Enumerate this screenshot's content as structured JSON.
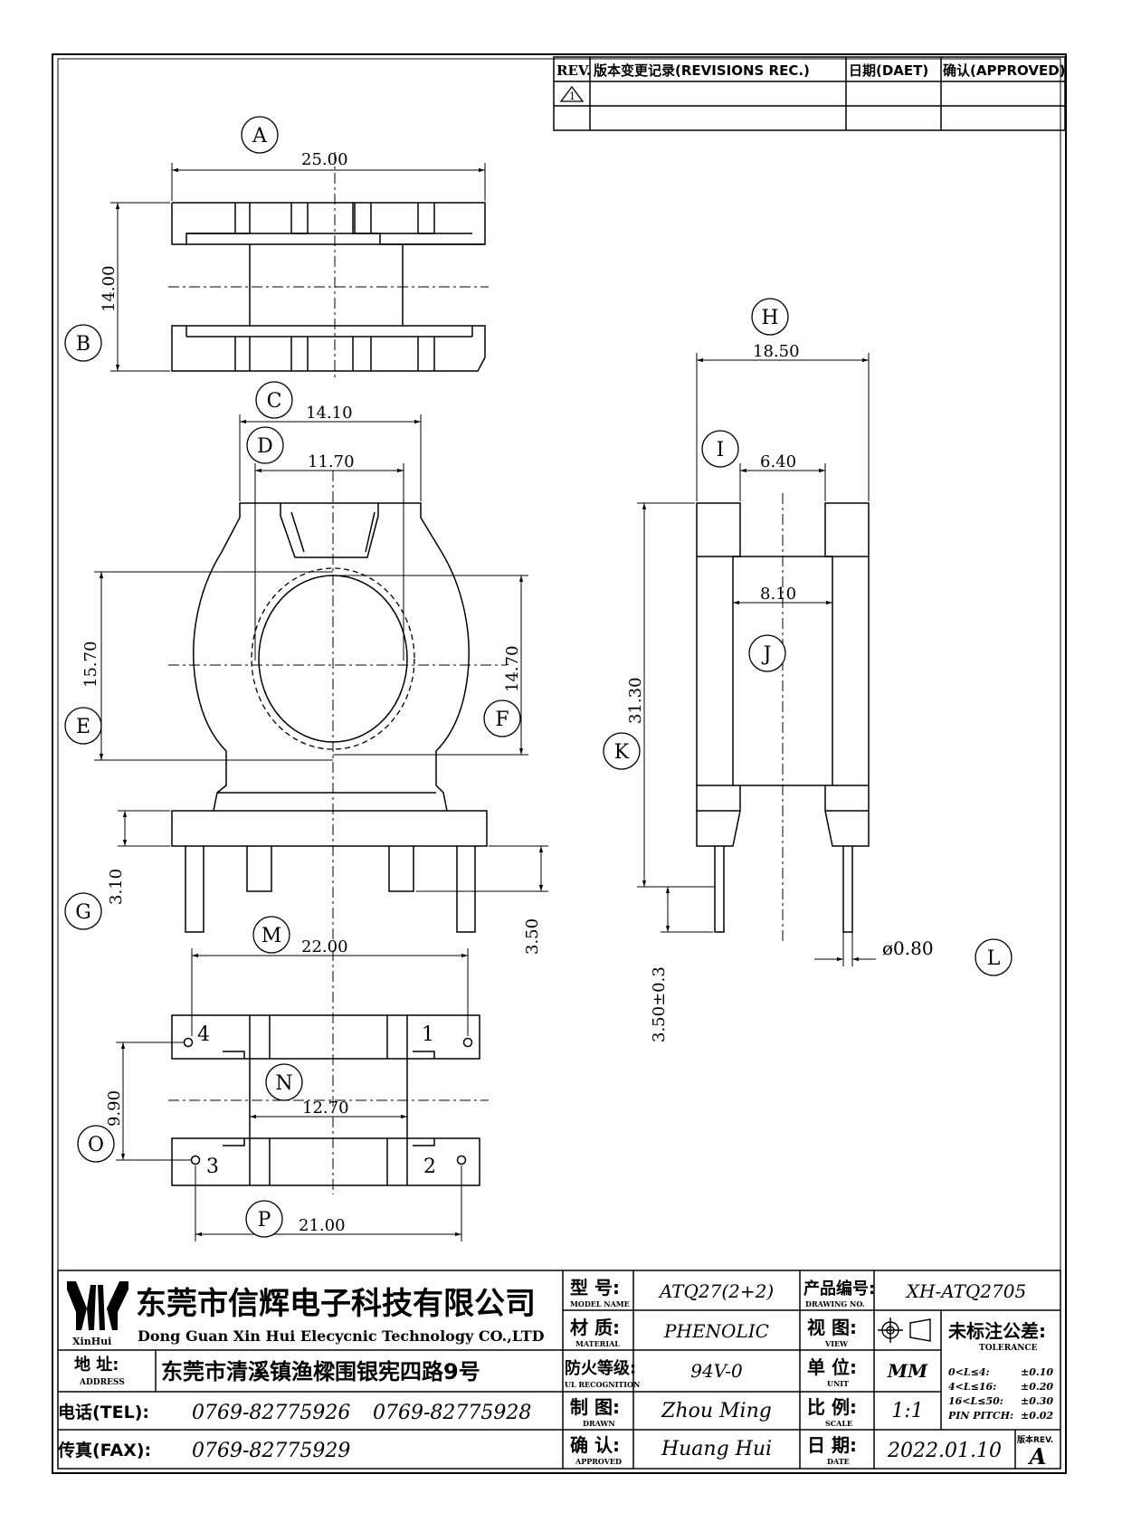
{
  "revision_table": {
    "rev_label": "REV.",
    "revisions_label": "版本变更记录(REVISIONS REC.)",
    "date_label": "日期(DAET)",
    "approved_label": "确认(APPROVED)",
    "rev_mark": "1"
  },
  "callouts": [
    "A",
    "B",
    "C",
    "D",
    "E",
    "F",
    "G",
    "H",
    "I",
    "J",
    "K",
    "L",
    "M",
    "N",
    "O",
    "P"
  ],
  "dimensions": {
    "a": "25.00",
    "b": "14.00",
    "c": "14.10",
    "d": "11.70",
    "e": "15.70",
    "f": "14.70",
    "g": "3.10",
    "g2": "3.50",
    "h": "18.50",
    "i": "6.40",
    "j": "8.10",
    "k": "31.30",
    "k2": "3.50±0.3",
    "l": "ø0.80",
    "m": "22.00",
    "n": "12.70",
    "o": "9.90",
    "p": "21.00"
  },
  "pins": [
    "4",
    "1",
    "3",
    "2"
  ],
  "title_block": {
    "company_cn": "东莞市信辉电子科技有限公司",
    "company_en": "Dong Guan Xin Hui Elecycnic Technology CO.,LTD",
    "logo_text": "XinHui",
    "address_label": "地  址:",
    "address_label_en": "ADDRESS",
    "address_value": "东莞市清溪镇渔樑围银宪四路9号",
    "tel_label": "电话(TEL):",
    "tel_values": [
      "0769-82775926",
      "0769-82775928"
    ],
    "fax_label": "传真(FAX):",
    "fax_value": "0769-82775929",
    "model_label": "型  号:",
    "model_label_en": "MODEL NAME",
    "model_value": "ATQ27(2+2)",
    "material_label": "材  质:",
    "material_label_en": "MATERIAL",
    "material_value": "PHENOLIC",
    "flame_label": "防火等级:",
    "flame_label_en": "UL RECOGNITION",
    "flame_value": "94V-0",
    "drawn_label": "制  图:",
    "drawn_label_en": "DRAWN",
    "drawn_value": "Zhou Ming",
    "approved_label": "确  认:",
    "approved_label_en": "APPROVED",
    "approved_value": "Huang Hui",
    "drawing_no_label": "产品编号:",
    "drawing_no_label_en": "DRAWING NO.",
    "drawing_no_value": "XH-ATQ2705",
    "view_label": "视  图:",
    "view_label_en": "VIEW",
    "unit_label": "单  位:",
    "unit_label_en": "UNIT",
    "unit_value": "MM",
    "scale_label": "比  例:",
    "scale_label_en": "SCALE",
    "scale_value": "1:1",
    "date_label": "日  期:",
    "date_label_en": "DATE",
    "date_value": "2022.01.10",
    "tolerance_label": "未标注公差:",
    "tolerance_label_en": "TOLERANCE",
    "tolerances": [
      {
        "range": "0<L≤4:",
        "value": "±0.10"
      },
      {
        "range": "4<L≤16:",
        "value": "±0.20"
      },
      {
        "range": "16<L≤50:",
        "value": "±0.30"
      },
      {
        "range": "PIN PITCH:",
        "value": "±0.02"
      }
    ],
    "rev_label": "版本REV.",
    "rev_value": "A"
  }
}
